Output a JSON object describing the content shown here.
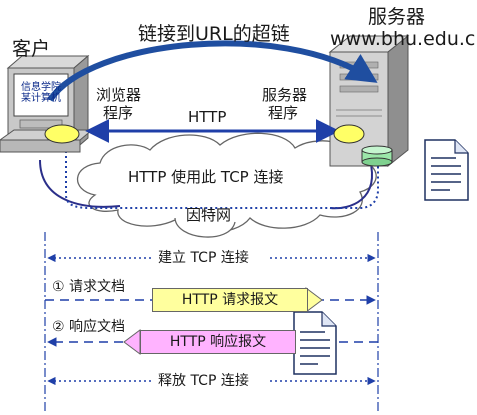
{
  "title": "链接到URL的超链",
  "client": {
    "label": "客户",
    "screen_line1": "信息学院",
    "screen_line2": "某计算机",
    "browser_line1": "浏览器",
    "browser_line2": "程序"
  },
  "server": {
    "label": "服务器",
    "url": "www.bhu.edu.cn",
    "program_line1": "服务器",
    "program_line2": "程序"
  },
  "protocol": "HTTP",
  "connection_label": "HTTP 使用此 TCP 连接",
  "internet_label": "因特网",
  "steps": {
    "establish": "建立 TCP 连接",
    "request_label": "① 请求文档",
    "request_box": "HTTP 请求报文",
    "response_label": "② 响应文档",
    "response_box": "HTTP 响应报文",
    "release": "释放 TCP 连接"
  },
  "colors": {
    "arrow_blue": "#1f3fa8",
    "request_box": "#ffff9e",
    "response_box": "#ffb3ff",
    "cloud": "#ffffff",
    "ellipse": "#ffff66",
    "disk": "#9be7a9"
  }
}
